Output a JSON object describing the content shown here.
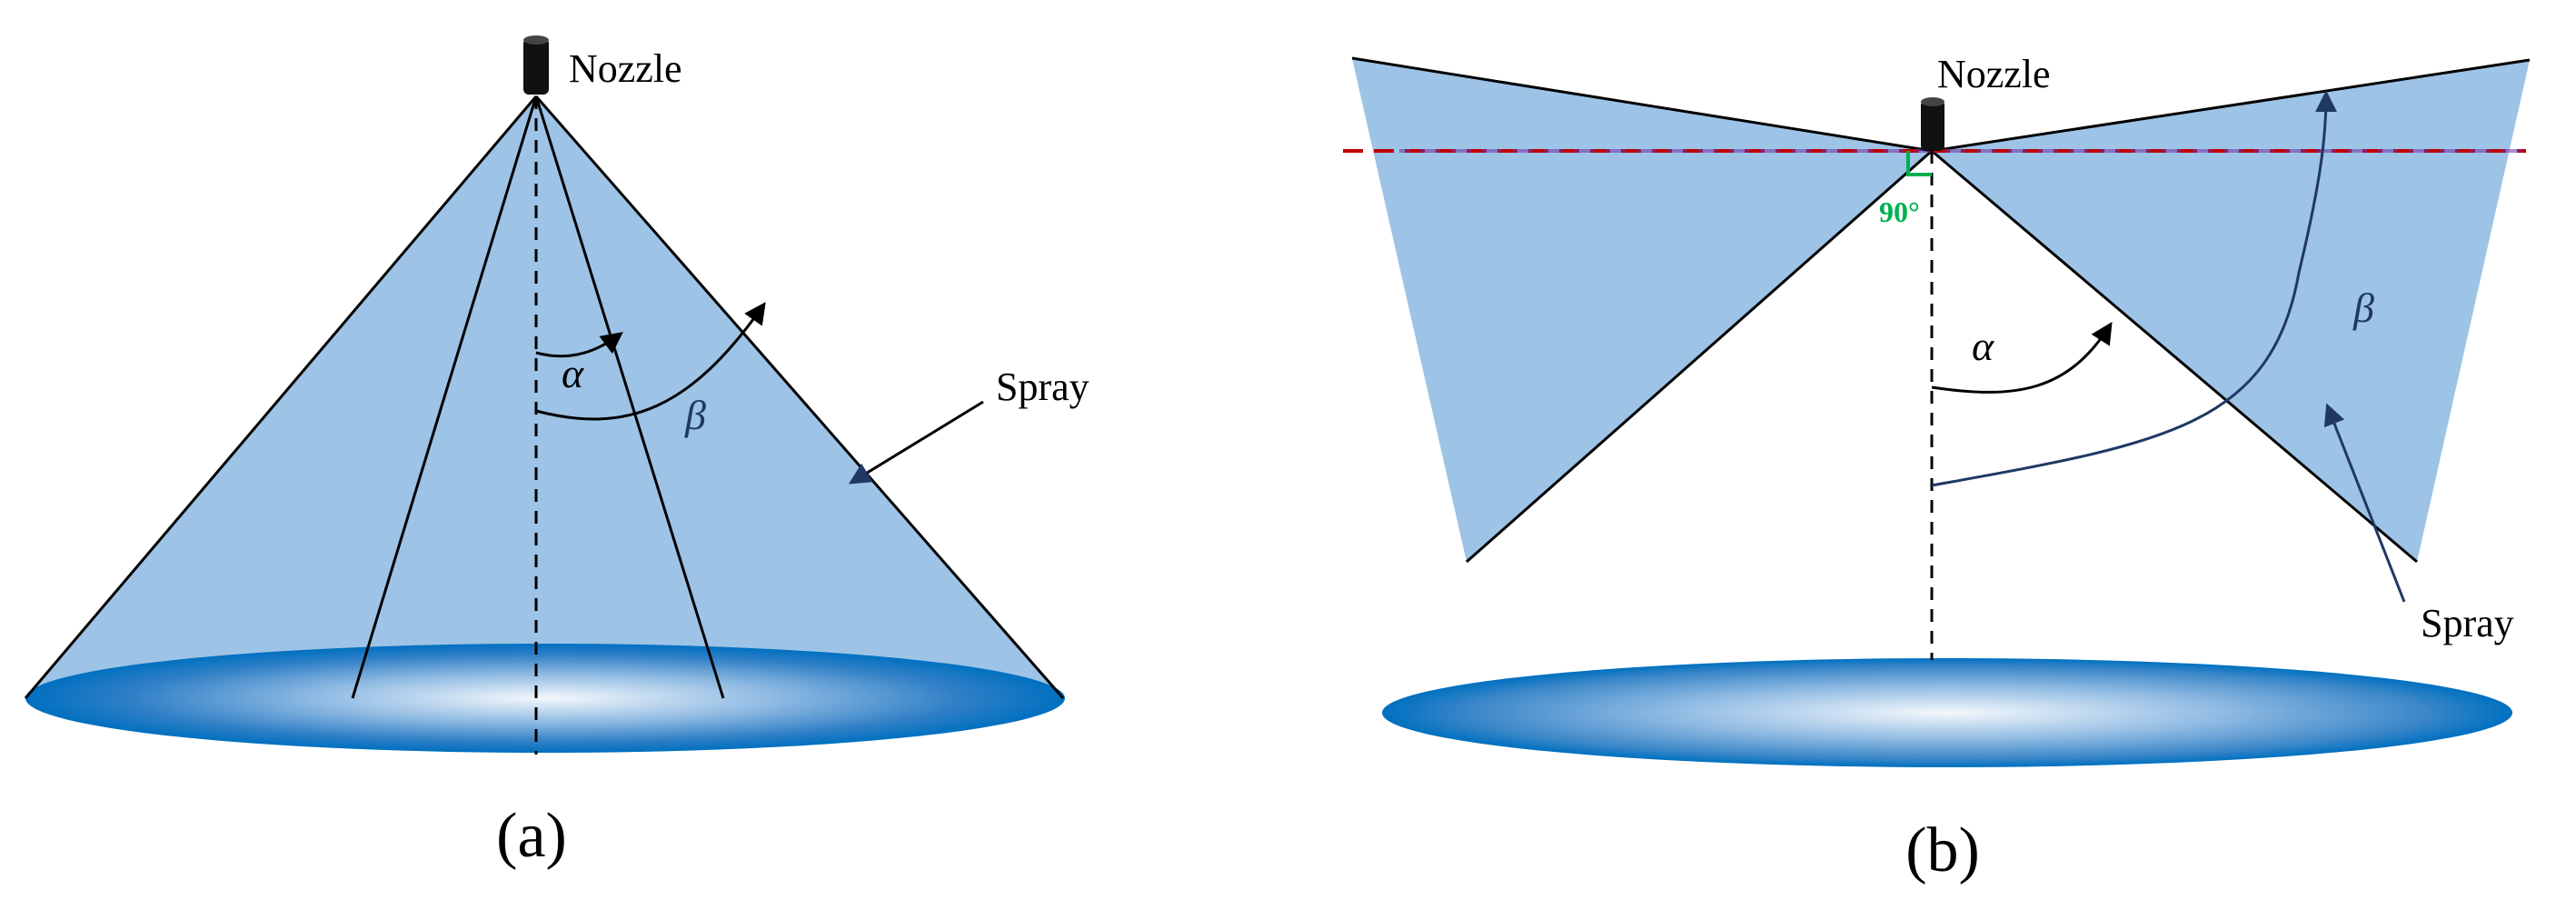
{
  "panel_a": {
    "nozzle_label": "Nozzle",
    "spray_label": "Spray",
    "alpha_label": "α",
    "beta_label": "β",
    "caption": "(a)"
  },
  "panel_b": {
    "nozzle_label": "Nozzle",
    "spray_label": "Spray",
    "alpha_label": "α",
    "beta_label": "β",
    "angle_label": "90°",
    "caption": "(b)"
  },
  "colors": {
    "spray_fill": "#9DC3E6",
    "pool_dark": "#0070C0",
    "beta_text": "#1F3864",
    "angle_green": "#00B050",
    "dashed_red": "#C00000",
    "dashed_purple": "#7030A0"
  }
}
